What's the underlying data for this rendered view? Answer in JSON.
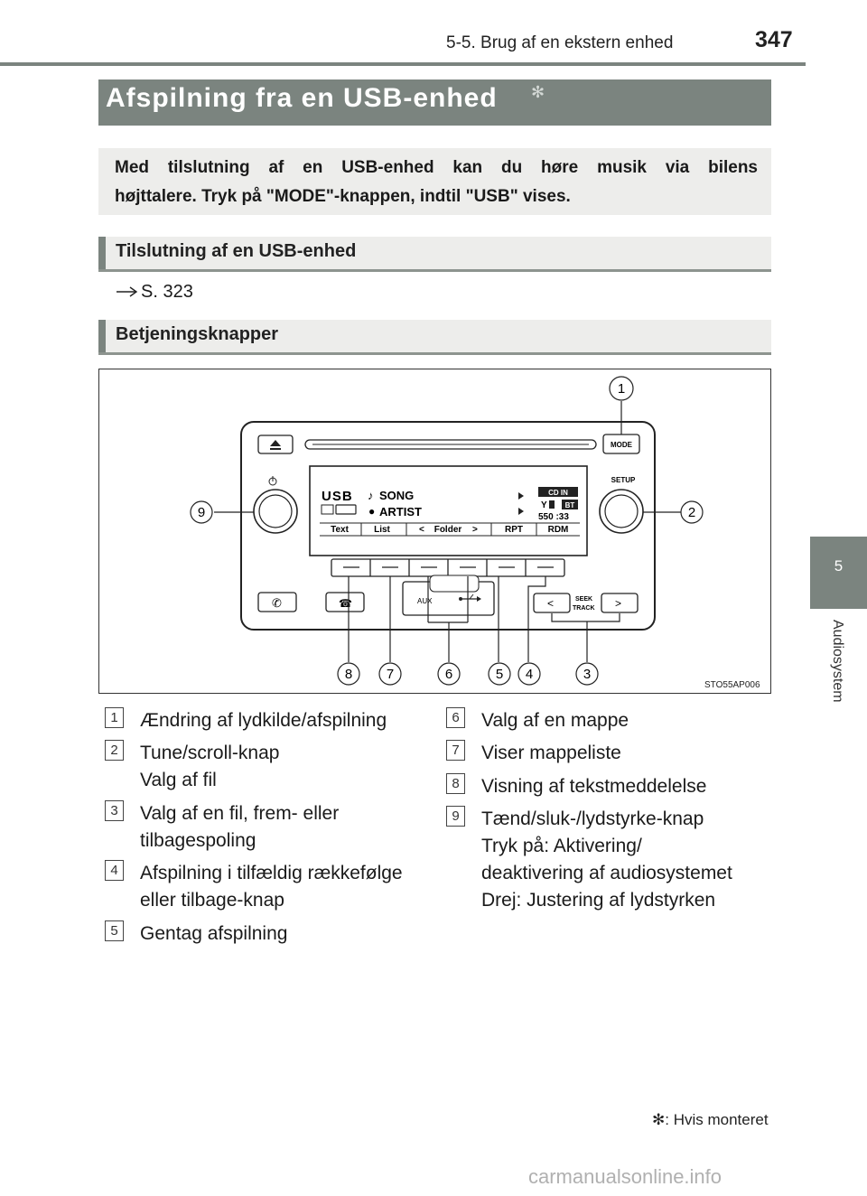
{
  "header": {
    "section": "5-5. Brug af en ekstern enhed",
    "page_number": "347"
  },
  "side_tab": {
    "number": "5",
    "label": "Audiosystem"
  },
  "title": {
    "text": "Afspilning fra en USB-enhed",
    "marker": "✻"
  },
  "intro": {
    "line1": "Med tilslutning af en USB-enhed kan du høre musik via bilens",
    "line2": "højttalere. Tryk på \"MODE\"-knappen, indtil \"USB\" vises."
  },
  "sections": {
    "connect": {
      "heading": "Tilslutning af en USB-enhed",
      "reference": "S. 323"
    },
    "controls": {
      "heading": "Betjeningsknapper"
    }
  },
  "figure": {
    "code": "STO55AP006",
    "labels": {
      "mode": "MODE",
      "setup": "SETUP",
      "seek": "SEEK",
      "track": "TRACK",
      "aux": "AUX",
      "usb": "USB",
      "song": "SONG",
      "artist": "ARTIST",
      "cd_in": "CD IN",
      "bt": "BT",
      "time": "550 :33",
      "soft_text": "Text",
      "soft_list": "List",
      "soft_folder": "Folder",
      "soft_rpt": "RPT",
      "soft_rdm": "RDM"
    },
    "callouts": [
      "1",
      "2",
      "3",
      "4",
      "5",
      "6",
      "7",
      "8",
      "9"
    ]
  },
  "legend": [
    {
      "num": "1",
      "text": "Ændring af lydkilde/afspilning"
    },
    {
      "num": "2",
      "text": "Tune/scroll-knap\nValg af fil"
    },
    {
      "num": "3",
      "text": "Valg af en fil, frem- eller\ntilbagespoling"
    },
    {
      "num": "4",
      "text": "Afspilning i tilfældig rækkefølge\neller tilbage-knap"
    },
    {
      "num": "5",
      "text": "Gentag afspilning"
    },
    {
      "num": "6",
      "text": "Valg af en mappe"
    },
    {
      "num": "7",
      "text": "Viser mappeliste"
    },
    {
      "num": "8",
      "text": "Visning af tekstmeddelelse"
    },
    {
      "num": "9",
      "text": "Tænd/sluk-/lydstyrke-knap\nTryk på: Aktivering/\ndeaktivering af audiosystemet\nDrej: Justering af lydstyrken"
    }
  ],
  "footnote": "✻: Hvis monteret",
  "watermark": "carmanualsonline.info"
}
